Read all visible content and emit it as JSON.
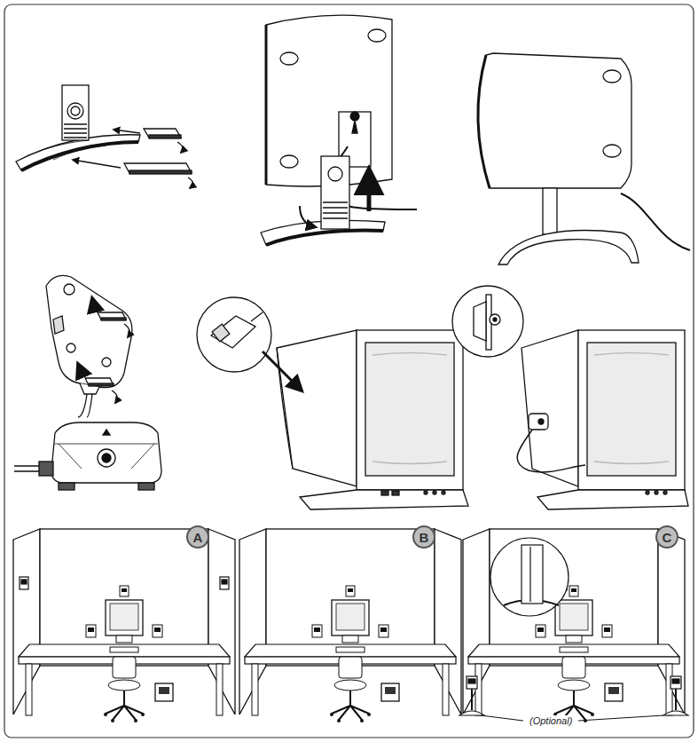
{
  "diagram": {
    "nodes": [
      {
        "text": [
          "A"
        ]
      },
      {
        "text": [
          "B"
        ]
      },
      {
        "text": [
          "C"
        ]
      }
    ],
    "labels": [
      "(Optional)"
    ]
  }
}
